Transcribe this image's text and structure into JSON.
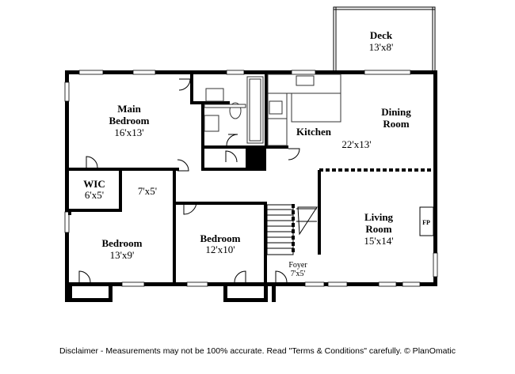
{
  "rooms": {
    "deck": {
      "name": "Deck",
      "dim": "13'x8'"
    },
    "main_bedroom": {
      "name_line1": "Main",
      "name_line2": "Bedroom",
      "dim": "16'x13'"
    },
    "dining_room": {
      "name_line1": "Dining",
      "name_line2": "Room"
    },
    "kitchen": {
      "name": "Kitchen",
      "dim": "22'x13'"
    },
    "wic": {
      "name": "WIC",
      "dim": "6'x5'"
    },
    "hall": {
      "dim": "7'x5'"
    },
    "living_room": {
      "name_line1": "Living",
      "name_line2": "Room",
      "dim": "15'x14'"
    },
    "fireplace": {
      "label": "FP"
    },
    "bedroom_left": {
      "name": "Bedroom",
      "dim": "13'x9'"
    },
    "bedroom_right": {
      "name": "Bedroom",
      "dim": "12'x10'"
    },
    "foyer": {
      "name": "Foyer",
      "dim": "7'x5'"
    }
  },
  "disclaimer": "Disclaimer - Measurements may not be 100% accurate. Read \"Terms & Conditions\" carefully. © PlanOmatic"
}
